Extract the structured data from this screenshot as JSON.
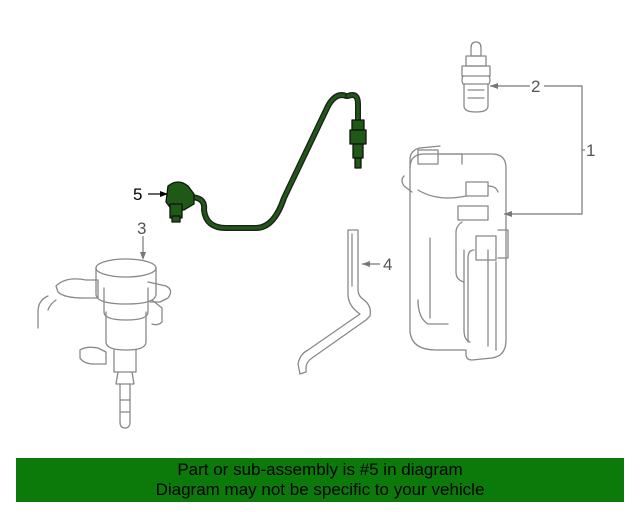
{
  "callouts": {
    "c1": "1",
    "c2": "2",
    "c3": "3",
    "c4": "4",
    "c5": "5"
  },
  "highlighted_part": "5",
  "colors": {
    "highlight": "#1e5a16",
    "banner": "#0b7a0b",
    "line_art": "#888888"
  },
  "banner": {
    "line1": "Part or sub-assembly is #5 in diagram",
    "line2": "Diagram may not be specific to your vehicle"
  }
}
